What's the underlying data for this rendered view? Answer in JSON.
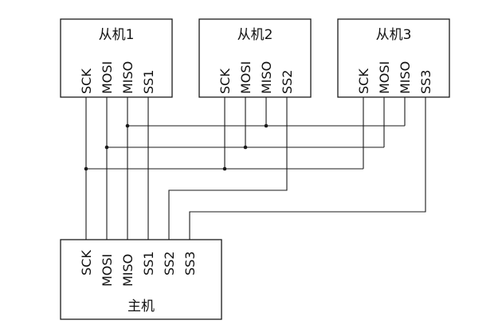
{
  "slaves": [
    {
      "title": "从机1",
      "pins": [
        "SCK",
        "MOSI",
        "MISO",
        "SS1"
      ]
    },
    {
      "title": "从机2",
      "pins": [
        "SCK",
        "MOSI",
        "MISO",
        "SS2"
      ]
    },
    {
      "title": "从机3",
      "pins": [
        "SCK",
        "MOSI",
        "MISO",
        "SS3"
      ]
    }
  ],
  "master": {
    "title": "主机",
    "pins": [
      "SCK",
      "MOSI",
      "MISO",
      "SS1",
      "SS2",
      "SS3"
    ]
  },
  "colors": {
    "line": "#1a1a1a",
    "text": "#111111",
    "background": "#ffffff"
  }
}
